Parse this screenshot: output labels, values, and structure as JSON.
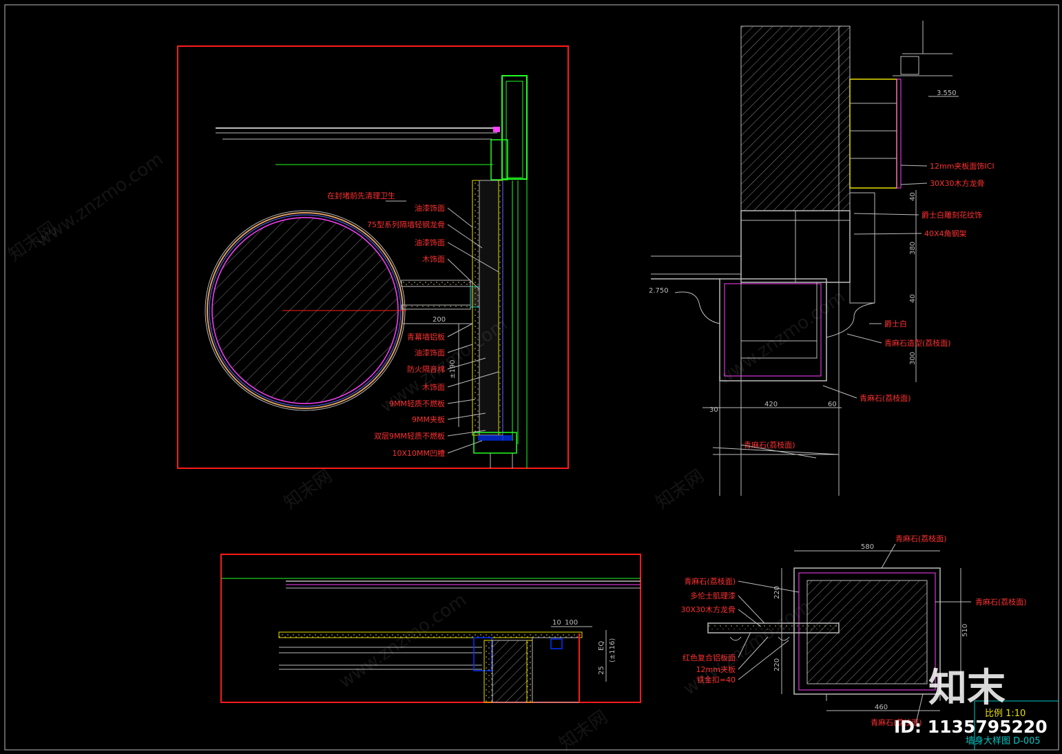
{
  "watermark": {
    "url": "www.znzmo.com",
    "brand": "知末网",
    "logo": "知末",
    "id": "ID: 1135795220"
  },
  "title_block": {
    "scale": "比例 1:10",
    "title": "墙身大样图 D-005"
  },
  "detail_a": {
    "note": "在封堵前先清理卫生",
    "labels": [
      "油漆饰面",
      "75型系列隔墙轻钢龙骨",
      "油漆饰面",
      "木饰面",
      "青幕墙铝板",
      "油漆饰面",
      "防火隔音棉",
      "木饰面",
      "9MM轻质不燃板",
      "9MM夹板",
      "双层9MM轻质不燃板",
      "10X10MM凹槽"
    ],
    "dims": {
      "horizontal": "200",
      "vertical": "±190"
    }
  },
  "detail_b": {
    "elevation_top": "3.550",
    "elevation_bottom": "2.750",
    "labels": [
      "12mm夹板面饰ICI",
      "30X30木方龙骨",
      "爵士白雕刻花纹饰",
      "40X4角钢架",
      "爵士白",
      "青麻石造型(荔枝面)",
      "青麻石(荔枝面)",
      "青麻石(荔枝面)"
    ],
    "dims": {
      "d1": "40",
      "d2": "380",
      "d3": "40",
      "d4": "300",
      "w1": "30",
      "w2": "420",
      "w3": "60"
    }
  },
  "detail_c": {
    "dims": {
      "d1": "10",
      "d2": "100",
      "d3": "EQ",
      "d4": "(±116)",
      "d5": "25"
    }
  },
  "detail_d": {
    "labels_left": [
      "青麻石(荔枝面)",
      "多伦士肌理漆",
      "30X30木方龙骨",
      "红色复合铝板面",
      "12mm夹板",
      "铁金扣=40"
    ],
    "label_top": "青麻石(荔枝面)",
    "label_right": "青麻石(荔枝面)",
    "label_bottom": "青麻石(荔枝面)",
    "dims": {
      "top": "580",
      "left_top": "220",
      "left_bottom": "220",
      "right": "510",
      "bottom": "460"
    }
  },
  "colors": {
    "background": "#000000",
    "frame_red": "#ff1a1a",
    "label_red": "#ff3030",
    "green": "#22ff22",
    "cyan": "#00c8c8",
    "magenta": "#ff40ff",
    "yellow": "#e8e000",
    "white": "#e6e6e6",
    "grey": "#8a8a8a"
  }
}
